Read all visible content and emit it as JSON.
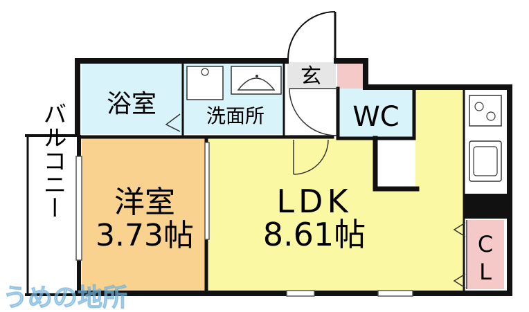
{
  "rooms": {
    "bath": {
      "label": "浴室"
    },
    "washroom": {
      "label": "洗面所"
    },
    "entrance": {
      "label": "玄"
    },
    "wc": {
      "label": "WC"
    },
    "western": {
      "label": "洋室",
      "size": "3.73帖"
    },
    "ldk": {
      "label": "LDK",
      "size": "8.61帖"
    },
    "balcony": {
      "label": "バルコニー"
    },
    "closet": {
      "line1": "C",
      "line2": "L"
    }
  },
  "watermark": "うめの地所",
  "colors": {
    "wall": "#111111",
    "bath": "#d9f3fb",
    "wash": "#d9f3fb",
    "entrance": "#e6e6e6",
    "entrance_storage": "#f6c9c9",
    "wc": "#d9f3fb",
    "western": "#f8d28e",
    "ldk": "#fbf8a3",
    "closet": "#f6c9c9",
    "kitchen": "#ffffff",
    "balcony": "#ffffff"
  }
}
